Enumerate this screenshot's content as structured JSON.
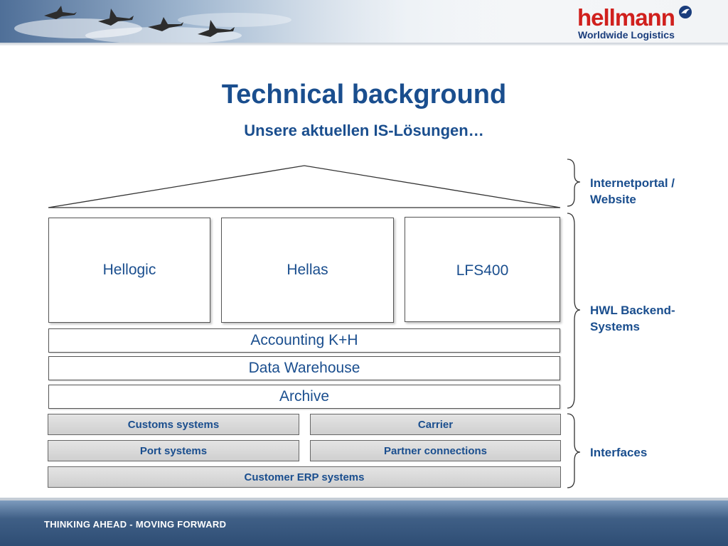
{
  "header": {
    "logo_word": "hellmann",
    "logo_tagline": "Worldwide Logistics"
  },
  "slide": {
    "title": "Technical background",
    "subtitle": "Unsere aktuellen IS-Lösungen…"
  },
  "modules": [
    "Hellogic",
    "Hellas",
    "LFS400"
  ],
  "layers": [
    "Accounting K+H",
    "Data Warehouse",
    "Archive"
  ],
  "interfaces": {
    "customs": "Customs systems",
    "carrier": "Carrier",
    "port": "Port systems",
    "partner": "Partner connections",
    "erp": "Customer ERP systems"
  },
  "side_labels": {
    "portal_line1": "Internetportal /",
    "portal_line2": "Website",
    "backend_line1": "HWL Backend-",
    "backend_line2": "Systems",
    "interfaces": "Interfaces"
  },
  "footer": {
    "slogan": "THINKING AHEAD - MOVING FORWARD"
  },
  "colors": {
    "brand_blue": "#1a4e8e",
    "logo_red": "#d0201d",
    "footer_blue": "#2e4d74"
  }
}
